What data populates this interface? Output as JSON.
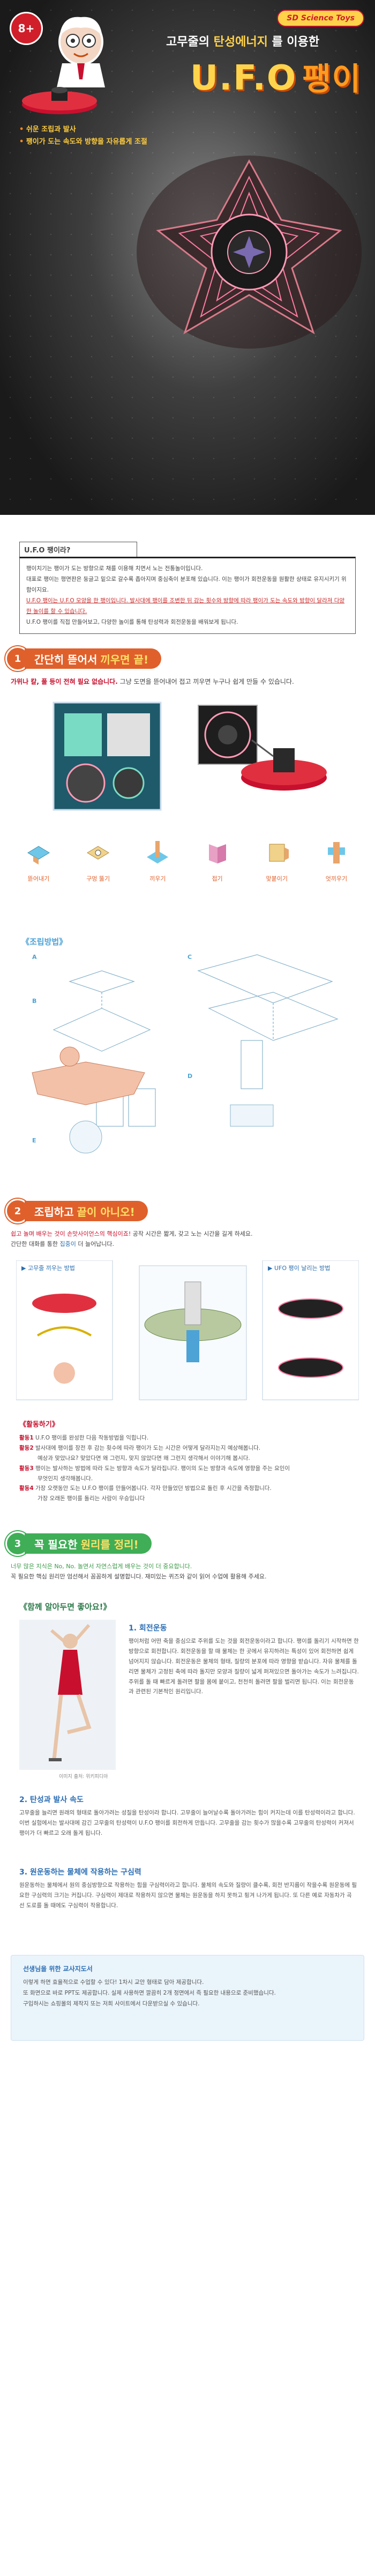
{
  "hero": {
    "age": "8+",
    "brand": "SD Science Toys",
    "subtitle_pre": "고무줄의",
    "subtitle_accent": "탄성에너지",
    "subtitle_post": "를 이용한",
    "title_en": "U.F.O",
    "title_ko": "팽이",
    "features": [
      "쉬운 조립과 발사",
      "팽이가 도는 속도와 방향을 자유롭게 조절"
    ]
  },
  "info": {
    "heading": "U.F.O 팽이라?",
    "lines": [
      "팽이치기는 팽이가 도는 방향으로 채를 이용해 치면서 노는 전통놀이입니다.",
      "대표로 팽이는 평면판은 둥글고 밑으로 갈수록 좁아지며 중심축이 분포해 있습니다. 이는 팽이가 회전운동을 원활한 상태로 유지시키기 위함이지요.",
      "U.F.O 팽이는 U.F.O 모양을 한 팽이입니다. 발사대에 팽이를 조변한 뒤 감는 횟수와 방향에 따라 팽이가 도는 속도와 방향이 달라져 다양한 놀이를 할 수 있습니다.",
      "U.F.O 팽이를 직접 만들어보고, 다양한 놀이를 통해 탄성력과 회전운동을 배워보게 됩니다."
    ]
  },
  "sec1": {
    "num": "1",
    "title": "간단히 뜯어서",
    "highlight": "끼우면 끝!",
    "desc_red": "가위나 칼, 풀 등이 전혀 필요 없습니다.",
    "desc": "그냥 도면을 뜯어내어 접고 끼우면 누구나 쉽게 만들 수 있습니다.",
    "steps": [
      "뜯어내기",
      "구멍 뚫기",
      "끼우기",
      "접기",
      "맞붙이기",
      "엇끼우기"
    ],
    "assemble_title": "《조립방법》",
    "assembly_labels": [
      "A",
      "B",
      "C",
      "D",
      "E"
    ]
  },
  "sec2": {
    "num": "2",
    "title": "조립하고",
    "highlight": "끝이 아니오!",
    "desc_red": "쉽고 놀며 배우는 것이 손맛사이언스의 핵심이죠!",
    "desc": "공작 시간은 짧게, 갖고 노는 시간을 길게 하세요.",
    "desc2_pre": "간단한 대화를 통한",
    "desc2_blue": "집중이",
    "desc2_post": "더 늘어납니다.",
    "panel_labels": [
      "▶ 고무줄 끼우는 방법",
      "▶ UFO 팽이 날리는 방법"
    ],
    "howto_title": "《활동하기》",
    "howto": [
      {
        "label": "활동1",
        "text": "U.F.O 팽이를 완성한 다음 작동방법을 익힙니다."
      },
      {
        "label": "활동2",
        "text": "발사대에 팽이를 장전 후 감는 횟수에 따라 팽이가 도는 시간은 어떻게 달라지는지 예상해봅니다."
      },
      {
        "label": "",
        "text": "예상과 맞았나요? 맞았다면 왜 그런지, 맞지 않았다면 왜 그런지 생각해서 이야기해 봅시다."
      },
      {
        "label": "활동3",
        "text": "팽이는 발사하는 방법에 따라 도는 방향과 속도가 달라집니다. 팽이의 도는 방향과 속도에 영향을 주는 요인이"
      },
      {
        "label": "",
        "text": "무엇인지 생각해봅니다."
      },
      {
        "label": "활동4",
        "text": "가장 오랫동안 도는 U.F.O 팽이를 만들어봅니다. 각자 만들었던 방법으로 돌린 후 시간을 측정합니다."
      },
      {
        "label": "",
        "text": "가장 오래돈 팽이를 돌리는 사람이 우승입니다"
      }
    ]
  },
  "sec3": {
    "num": "3",
    "title": "꼭 필요한",
    "highlight": "원리를 정리!",
    "desc_green": "너무 많은 지식은 No, No. 놀면서 자연스럽게 배우는 것이 더 중요합니다.",
    "desc": "꼭 필요한 핵심 원리만 엄선해서 꼼꼼하게 설명합니다. 재미있는 퀴즈와 같이 읽어 수업에 활용해 주세요.",
    "learn_title": "《함께 알아두면 좋아요!》",
    "skater_caption": "이미지 출처: 위키피디아",
    "items": [
      {
        "title": "1. 회전운동",
        "text": "팽이처럼 어떤 축을 중심으로 주위를 도는 것을 회전운동이라고 합니다. 팽이를 돌리기 시작하면 한 방향으로 회전합니다. 회전운동을 할 때 물체는 한 곳에서 유지하려는 특성이 있어 회전하면 쉽게 넘어지지 않습니다. 회전운동은 물체의 형태, 질량의 분포에 따라 영향을 받습니다. 자유 물체를 돌리면 물체가 고정된 축에 따라 돌지만 모양과 질량이 넓게 퍼져있으면 돌아가는 속도가 느려집니다. 주위를 돌 때 빠르게 돌려면 팔을 몸에 붙이고, 천천히 돌려면 팔을 벌리면 됩니다. 이는 회전운동과 관련된 기본적인 원리입니다."
      },
      {
        "title": "2. 탄성과 발사 속도",
        "text": "고무줄을 늘리면 원래의 형태로 돌아가려는 성질을 탄성이라 합니다. 고무줄이 늘어날수록 돌아가려는 힘이 커지는데 이를 탄성력이라고 합니다. 이번 실험에서는 발사대에 감긴 고무줄의 탄성력이 U.F.O 팽이를 회전하게 만듭니다. 고무줄을 감는 횟수가 많을수록 고무줄의 탄성력이 커져서 팽이가 더 빠르고 오래 돌게 됩니다."
      },
      {
        "title": "3. 원운동하는 물체에 작용하는 구심력",
        "text": "원운동하는 물체에서 원의 중심방향으로 작용하는 힘을 구심력이라고 합니다. 물체의 속도와 질량이 클수록, 회전 반지름이 작을수록 원운동에 필요한 구심력의 크기는 커집니다. 구심력이 제대로 작용하지 않으면 물체는 원운동을 하지 못하고 튕겨 나가게 됩니다. 또 다른 예로 자동차가 곡선 도로를 돌 때에도 구심력이 작용합니다."
      }
    ]
  },
  "teacher": {
    "title": "선생님을 위한 교사지도서",
    "lines": [
      "이렇게 하면 효율적으로 수업할 수 있다! 1차시 교안 형태로 담아 제공합니다.",
      "또 화면으로 바로 PPT도 제공합니다. 실제 사용하면 깔끔히 2개 정면에서 즉 필요한 내용으로 준비했습니다.",
      "구입하시는 쇼핑몰의 제작지 또는 저희 사이트에서 다운받으실 수 있습니다."
    ]
  }
}
